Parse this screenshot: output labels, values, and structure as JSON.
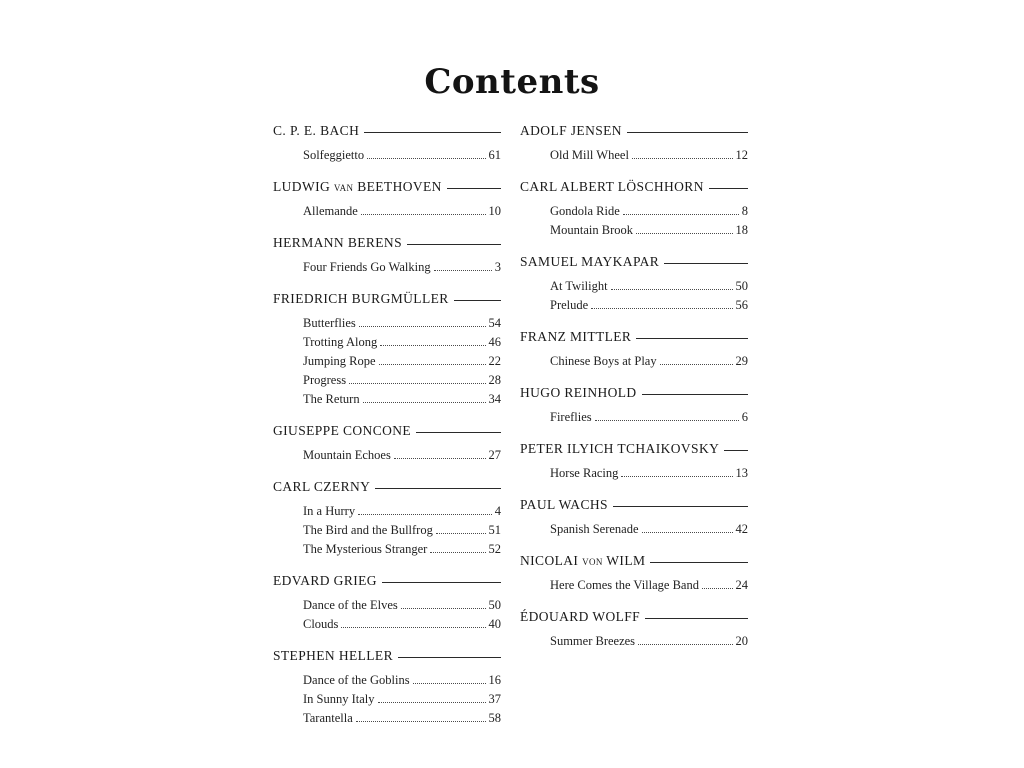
{
  "page": {
    "title": "Contents"
  },
  "columns": {
    "left": [
      {
        "composer": "C. P. E. BACH",
        "pieces": [
          {
            "title": "Solfeggietto",
            "page": "61"
          }
        ]
      },
      {
        "composer": "LUDWIG van BEETHOVEN",
        "pieces": [
          {
            "title": "Allemande",
            "page": "10"
          }
        ]
      },
      {
        "composer": "HERMANN BERENS",
        "pieces": [
          {
            "title": "Four Friends Go Walking",
            "page": "3"
          }
        ]
      },
      {
        "composer": "FRIEDRICH BURGMÜLLER",
        "pieces": [
          {
            "title": "Butterflies",
            "page": "54"
          },
          {
            "title": "Trotting Along",
            "page": "46"
          },
          {
            "title": "Jumping Rope",
            "page": "22"
          },
          {
            "title": "Progress",
            "page": "28"
          },
          {
            "title": "The Return",
            "page": "34"
          }
        ]
      },
      {
        "composer": "GIUSEPPE CONCONE",
        "pieces": [
          {
            "title": "Mountain Echoes",
            "page": "27"
          }
        ]
      },
      {
        "composer": "CARL CZERNY",
        "pieces": [
          {
            "title": "In a Hurry",
            "page": "4"
          },
          {
            "title": "The Bird and the Bullfrog",
            "page": "51"
          },
          {
            "title": "The Mysterious Stranger",
            "page": "52"
          }
        ]
      },
      {
        "composer": "EDVARD GRIEG",
        "pieces": [
          {
            "title": "Dance of the Elves",
            "page": "50"
          },
          {
            "title": "Clouds",
            "page": "40"
          }
        ]
      },
      {
        "composer": "STEPHEN HELLER",
        "pieces": [
          {
            "title": "Dance of the Goblins",
            "page": "16"
          },
          {
            "title": "In Sunny Italy",
            "page": "37"
          },
          {
            "title": "Tarantella",
            "page": "58"
          }
        ]
      }
    ],
    "right": [
      {
        "composer": "ADOLF JENSEN",
        "pieces": [
          {
            "title": "Old Mill Wheel",
            "page": "12"
          }
        ]
      },
      {
        "composer": "CARL ALBERT LÖSCHHORN",
        "pieces": [
          {
            "title": "Gondola Ride",
            "page": "8"
          },
          {
            "title": "Mountain Brook",
            "page": "18"
          }
        ]
      },
      {
        "composer": "SAMUEL MAYKAPAR",
        "pieces": [
          {
            "title": "At Twilight",
            "page": "50"
          },
          {
            "title": "Prelude",
            "page": "56"
          }
        ]
      },
      {
        "composer": "FRANZ MITTLER",
        "pieces": [
          {
            "title": "Chinese Boys at Play",
            "page": "29"
          }
        ]
      },
      {
        "composer": "HUGO REINHOLD",
        "pieces": [
          {
            "title": "Fireflies",
            "page": "6"
          }
        ]
      },
      {
        "composer": "PETER ILYICH TCHAIKOVSKY",
        "pieces": [
          {
            "title": "Horse Racing",
            "page": "13"
          }
        ]
      },
      {
        "composer": "PAUL WACHS",
        "pieces": [
          {
            "title": "Spanish Serenade",
            "page": "42"
          }
        ]
      },
      {
        "composer": "NICOLAI von WILM",
        "pieces": [
          {
            "title": "Here Comes the Village Band",
            "page": "24"
          }
        ]
      },
      {
        "composer": "ÉDOUARD WOLFF",
        "pieces": [
          {
            "title": "Summer Breezes",
            "page": "20"
          }
        ]
      }
    ]
  }
}
